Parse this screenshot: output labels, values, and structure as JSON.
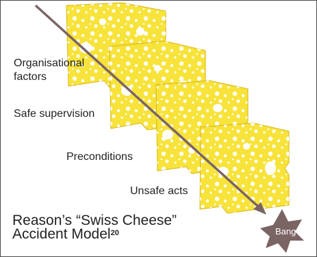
{
  "layers": [
    {
      "label": "Organisational\nfactors"
    },
    {
      "label": "Safe supervision"
    },
    {
      "label": "Preconditions"
    },
    {
      "label": "Unsafe acts"
    }
  ],
  "caption": {
    "line1": "Reason’s “Swiss Cheese”",
    "line2": "Accident Model",
    "ref": "20"
  },
  "outcome": {
    "label": "Bang"
  },
  "colors": {
    "cheese": "#f7e33a",
    "cheese_edge": "#d8b51a",
    "arrow": "#7b6464",
    "burst": "#7b6464",
    "text": "#222222"
  }
}
